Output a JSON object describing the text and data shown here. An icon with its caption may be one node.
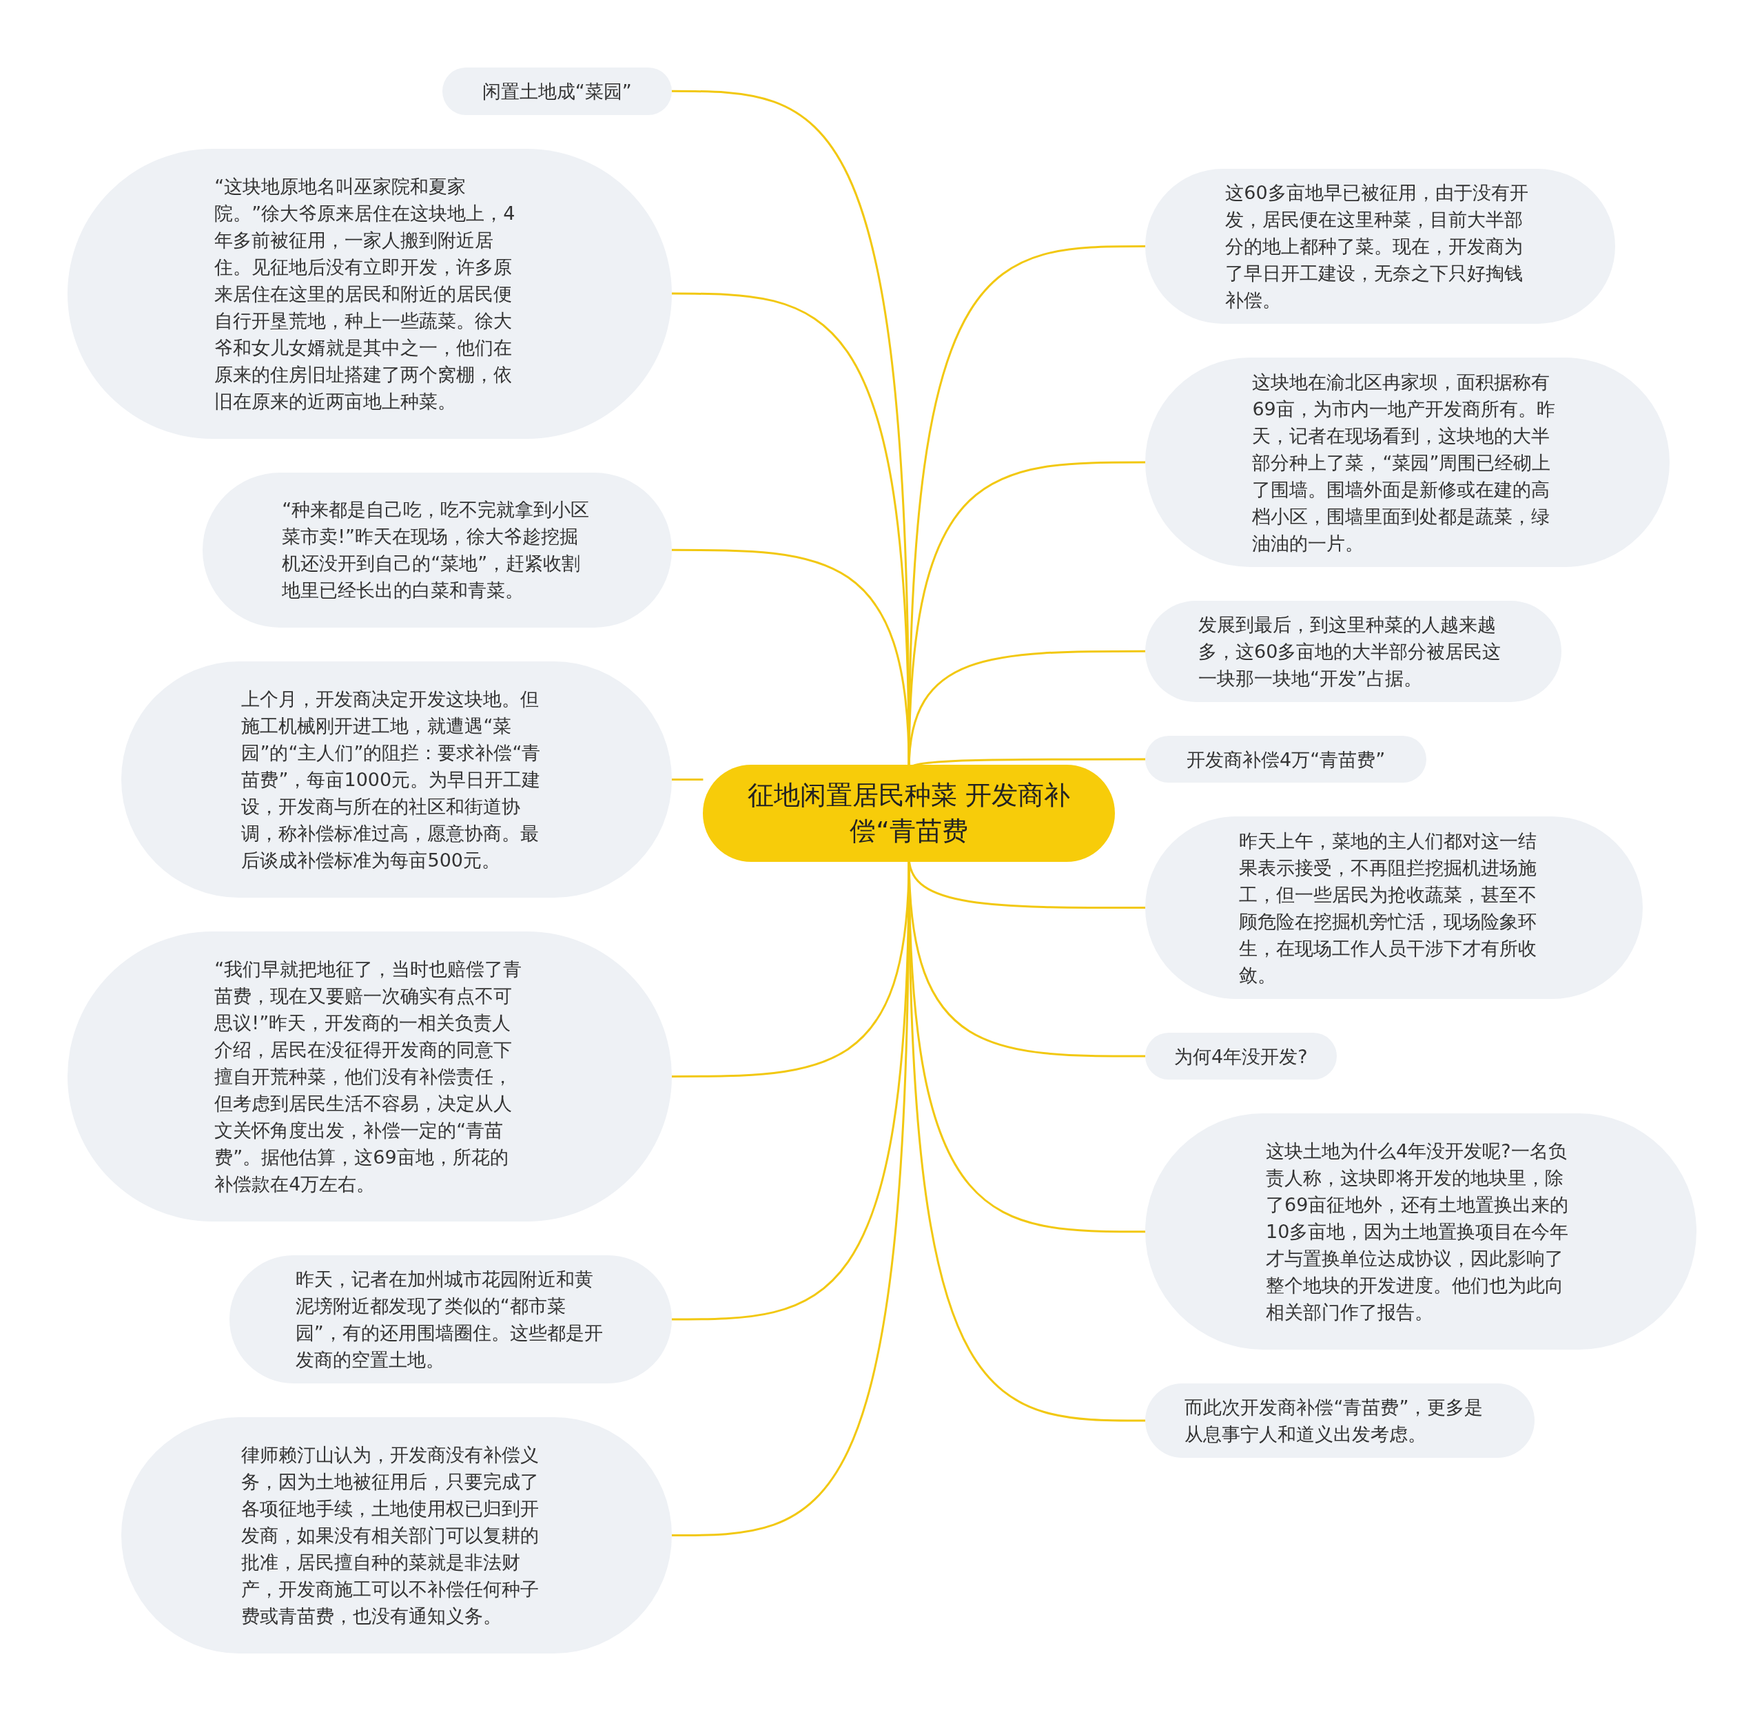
{
  "diagram": {
    "nodes": [
      {
        "text": [
          "征地闲置居民种菜 开发商补偿“青苗费"
        ]
      },
      {
        "text": [
          "闲置土地成“菜园”"
        ]
      },
      {
        "text": [
          "“这块地原地名叫巫家院和夏家院。”徐大爷原来居住在这块地上，4年多前被征用，一家人搬到附近居住。见征地后没有立即开发，许多原来居住在这里的居民和附近的居民便自行开垦荒地，种上一些蔬菜。徐大爷和女儿女婿就是其中之一，他们在原来的住房旧址搭建了两个窝棚，依旧在原来的近两亩地上种菜。"
        ]
      },
      {
        "text": [
          "“种来都是自己吃，吃不完就拿到小区菜市卖!”昨天在现场，徐大爷趁挖掘机还没开到自己的“菜地”，赶紧收割地里已经长出的白菜和青菜。"
        ]
      },
      {
        "text": [
          "上个月，开发商决定开发这块地。但施工机械刚开进工地，就遭遇“菜园”的“主人们”的阻拦：要求补偿“青苗费”，每亩1000元。为早日开工建设，开发商与所在的社区和街道协调，称补偿标准过高，愿意协商。最后谈成补偿标准为每亩500元。"
        ]
      },
      {
        "text": [
          "“我们早就把地征了，当时也赔偿了青苗费，现在又要赔一次确实有点不可思议!”昨天，开发商的一相关负责人介绍，居民在没征得开发商的同意下擅自开荒种菜，他们没有补偿责任，但考虑到居民生活不容易，决定从人文关怀角度出发，补偿一定的“青苗费”。据他估算，这69亩地，所花的补偿款在4万左右。"
        ]
      },
      {
        "text": [
          "昨天，记者在加州城市花园附近和黄泥塝附近都发现了类似的“都市菜园”，有的还用围墙圈住。这些都是开发商的空置土地。"
        ]
      },
      {
        "text": [
          "律师赖汀山认为，开发商没有补偿义务，因为土地被征用后，只要完成了各项征地手续，土地使用权已归到开发商，如果没有相关部门可以复耕的批准，居民擅自种的菜就是非法财产，开发商施工可以不补偿任何种子费或青苗费，也没有通知义务。"
        ]
      },
      {
        "text": [
          "这60多亩地早已被征用，由于没有开发，居民便在这里种菜，目前大半部分的地上都种了菜。现在，开发商为了早日开工建设，无奈之下只好掏钱补偿。"
        ]
      },
      {
        "text": [
          "这块地在渝北区冉家坝，面积据称有69亩，为市内一地产开发商所有。昨天，记者在现场看到，这块地的大半部分种上了菜，“菜园”周围已经砌上了围墙。围墙外面是新修或在建的高档小区，围墙里面到处都是蔬菜，绿油油的一片。"
        ]
      },
      {
        "text": [
          "发展到最后，到这里种菜的人越来越多，这60多亩地的大半部分被居民这一块那一块地“开发”占据。"
        ]
      },
      {
        "text": [
          "开发商补偿4万“青苗费”"
        ]
      },
      {
        "text": [
          "昨天上午，菜地的主人们都对这一结果表示接受，不再阻拦挖掘机进场施工，但一些居民为抢收蔬菜，甚至不顾危险在挖掘机旁忙活，现场险象环生，在现场工作人员干涉下才有所收敛。"
        ]
      },
      {
        "text": [
          "为何4年没开发?"
        ]
      },
      {
        "text": [
          "这块土地为什么4年没开发呢?一名负责人称，这块即将开发的地块里，除了69亩征地外，还有土地置换出来的10多亩地，因为土地置换项目在今年才与置换单位达成协议，因此影响了整个地块的开发进度。他们也为此向相关部门作了报告。"
        ]
      },
      {
        "text": [
          "而此次开发商补偿“青苗费”，更多是从息事宁人和道义出发考虑。"
        ]
      }
    ],
    "edges": [
      {
        "from": 0,
        "to": 1,
        "arrow": "none"
      },
      {
        "from": 0,
        "to": 2,
        "arrow": "none"
      },
      {
        "from": 0,
        "to": 3,
        "arrow": "none"
      },
      {
        "from": 0,
        "to": 4,
        "arrow": "none"
      },
      {
        "from": 0,
        "to": 5,
        "arrow": "none"
      },
      {
        "from": 0,
        "to": 6,
        "arrow": "none"
      },
      {
        "from": 0,
        "to": 7,
        "arrow": "none"
      },
      {
        "from": 0,
        "to": 8,
        "arrow": "none"
      },
      {
        "from": 0,
        "to": 9,
        "arrow": "none"
      },
      {
        "from": 0,
        "to": 10,
        "arrow": "none"
      },
      {
        "from": 0,
        "to": 11,
        "arrow": "none"
      },
      {
        "from": 0,
        "to": 12,
        "arrow": "none"
      },
      {
        "from": 0,
        "to": 13,
        "arrow": "none"
      },
      {
        "from": 0,
        "to": 14,
        "arrow": "none"
      },
      {
        "from": 0,
        "to": 15,
        "arrow": "none"
      }
    ]
  }
}
